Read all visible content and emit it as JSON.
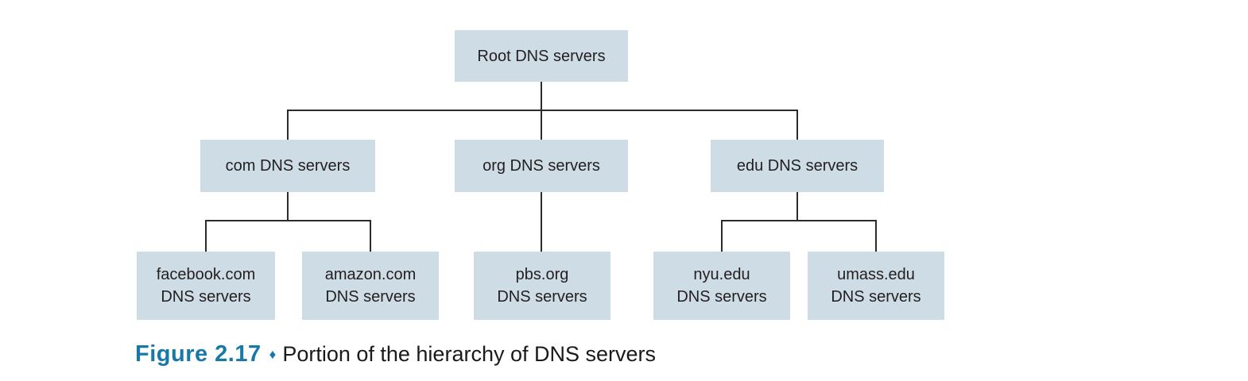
{
  "colors": {
    "box_fill": "#cedce6",
    "line": "#2b2b2b",
    "text": "#231f20",
    "caption_accent": "#1878a8"
  },
  "tree": {
    "root": {
      "lines": [
        "Root DNS servers"
      ]
    },
    "com": {
      "lines": [
        "com DNS servers"
      ]
    },
    "org": {
      "lines": [
        "org DNS servers"
      ]
    },
    "edu": {
      "lines": [
        "edu DNS servers"
      ]
    },
    "facebook": {
      "lines": [
        "facebook.com",
        "DNS servers"
      ]
    },
    "amazon": {
      "lines": [
        "amazon.com",
        "DNS servers"
      ]
    },
    "pbs": {
      "lines": [
        "pbs.org",
        "DNS servers"
      ]
    },
    "nyu": {
      "lines": [
        "nyu.edu",
        "DNS servers"
      ]
    },
    "umass": {
      "lines": [
        "umass.edu",
        "DNS servers"
      ]
    }
  },
  "caption": {
    "figure_label": "Figure 2.17",
    "bullet": "♦",
    "text": "Portion of the hierarchy of DNS servers"
  }
}
